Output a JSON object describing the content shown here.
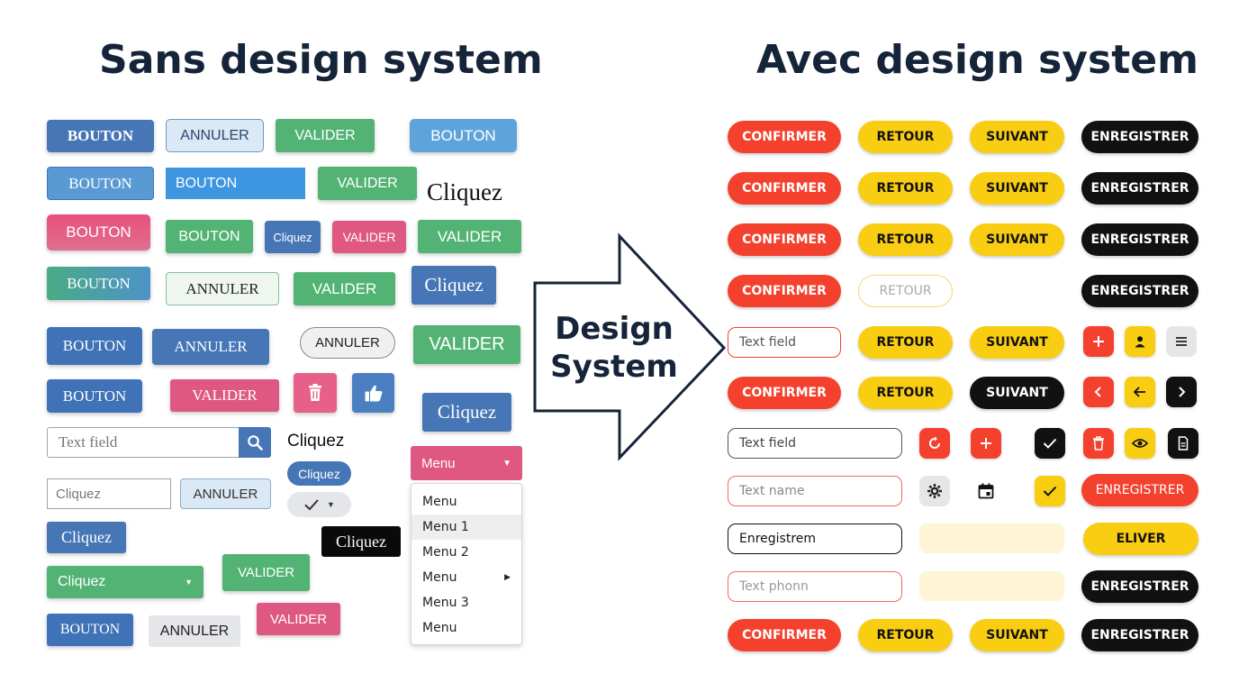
{
  "titles": {
    "left": "Sans design system",
    "right": "Avec design system",
    "arrow": [
      "Design",
      "System"
    ]
  },
  "left": {
    "bouton_caps": "BOUTON",
    "bouton": "BOUTON",
    "annuler": "ANNULER",
    "valider": "VALIDER",
    "cliquez": "Cliquez",
    "text_field_placeholder": "Text field",
    "menu_label": "Menu",
    "menu_items": [
      "Menu",
      "Menu 1",
      "Menu 2",
      "Menu",
      "Menu 3",
      "Menu"
    ]
  },
  "right": {
    "confirmer": "CONFIRMER",
    "retour": "RETOUR",
    "suivant": "SUIVANT",
    "enregistrer": "ENREGISTRER",
    "eliver": "ELIVER",
    "text_field": "Text field",
    "text_name": "Text name",
    "enregistrem": "Enregistrem",
    "text_phone": "Text phonn"
  },
  "icons": [
    "search-icon",
    "trash-icon",
    "thumbs-up-icon",
    "check-icon",
    "caret-down-icon",
    "plus-icon",
    "person-icon",
    "menu-icon",
    "chevron-left-icon",
    "arrow-left-icon",
    "chevron-right-icon",
    "refresh-icon",
    "eye-icon",
    "document-icon",
    "gear-icon",
    "calendar-icon"
  ],
  "colors": {
    "red": "#f4412d",
    "yellow": "#f8cd12",
    "black": "#111111",
    "blue": "#3f72b6",
    "green": "#52b374",
    "pink": "#dd5880",
    "navy": "#16243a"
  }
}
